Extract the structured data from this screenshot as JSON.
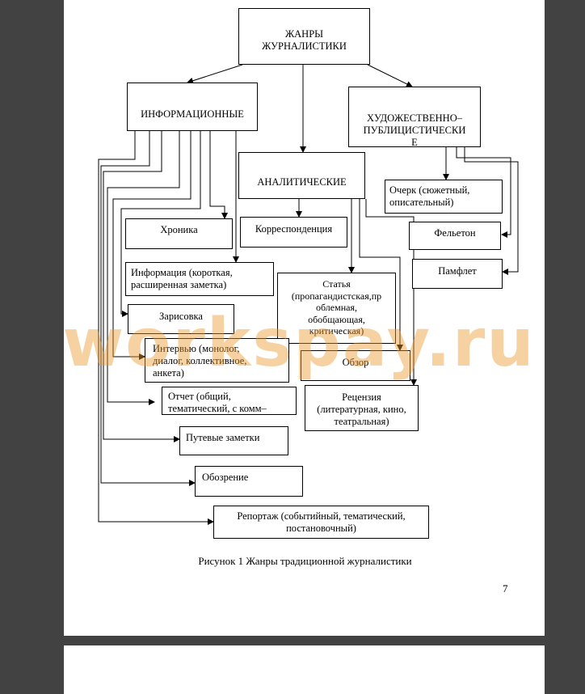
{
  "nodes": {
    "root": "ЖАНРЫ\nЖУРНАЛИСТИКИ",
    "info": "ИНФОРМАЦИОННЫЕ",
    "art": "ХУДОЖЕСТВЕННО–\nПУБЛИЦИСТИЧЕСКИ\nЕ",
    "anal": "АНАЛИТИЧЕСКИЕ",
    "chronicle": "Хроника",
    "correspondence": "Корреспонденция",
    "essay": "Очерк (сюжетный,\nописательный)",
    "feuilleton": "Фельетон",
    "pamphlet": "Памфлет",
    "information": "Информация (короткая,\nрасширенная заметка)",
    "article": "Статья\n(пропагандистская,пр\nоблемная,\nобобщающая,\nкритическая)",
    "sketch": "Зарисовка",
    "interview": "Интервью (монолог,\nдиалог, коллективное,\nанкета)",
    "review_obzor": "Обзор",
    "report_otchet": "Отчет (общий,\nтематический, с комм–",
    "recension": "Рецензия\n(литературная, кино,\nтеатральная)",
    "travel": "Путевые заметки",
    "survey": "Обозрение",
    "reportage": "Репортаж (событийный, тематический,\nпостановочный)"
  },
  "caption": "Рисунок 1 Жанры традиционной журналистики",
  "page_number": "7",
  "watermark": "workspay.ru"
}
